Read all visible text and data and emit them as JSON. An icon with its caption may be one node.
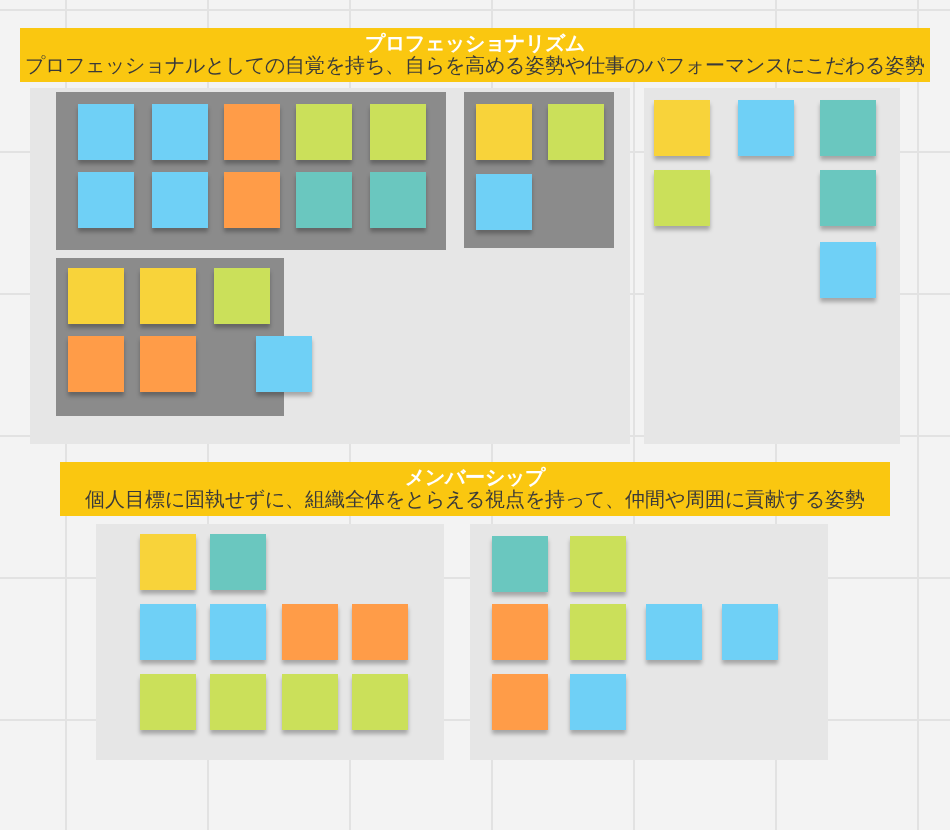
{
  "diagram": {
    "nodes": [
      {
        "text": [
          "プロフェッショナリズム",
          "プロフェッショナルとしての自覚を持ち、自らを高める姿勢や仕事のパフォーマンスにこだわる姿勢"
        ]
      },
      {
        "text": [],
        "shape": "box"
      },
      {
        "text": [],
        "shape": "box",
        "in": 1
      },
      {
        "text": [],
        "shape": "box",
        "in": 2
      },
      {
        "text": [],
        "shape": "box",
        "in": 2
      },
      {
        "text": [],
        "shape": "box",
        "in": 2
      },
      {
        "text": [],
        "shape": "box",
        "in": 2
      },
      {
        "text": [],
        "shape": "box",
        "in": 2
      },
      {
        "text": [],
        "shape": "box",
        "in": 2
      },
      {
        "text": [],
        "shape": "box",
        "in": 2
      },
      {
        "text": [],
        "shape": "box",
        "in": 2
      },
      {
        "text": [],
        "shape": "box",
        "in": 2
      },
      {
        "text": [],
        "shape": "box",
        "in": 2
      },
      {
        "text": [],
        "shape": "box",
        "in": 1
      },
      {
        "text": [],
        "shape": "box",
        "in": 13
      },
      {
        "text": [],
        "shape": "box",
        "in": 13
      },
      {
        "text": [],
        "shape": "box",
        "in": 13
      },
      {
        "text": [],
        "shape": "box",
        "in": 1
      },
      {
        "text": [],
        "shape": "box",
        "in": 17
      },
      {
        "text": [],
        "shape": "box",
        "in": 17
      },
      {
        "text": [],
        "shape": "box",
        "in": 17
      },
      {
        "text": [],
        "shape": "box",
        "in": 17
      },
      {
        "text": [],
        "shape": "box",
        "in": 17
      },
      {
        "text": [],
        "shape": "box",
        "in": 1
      },
      {
        "text": [],
        "shape": "box"
      },
      {
        "text": [],
        "shape": "box",
        "in": 24
      },
      {
        "text": [],
        "shape": "box",
        "in": 24
      },
      {
        "text": [],
        "shape": "box",
        "in": 24
      },
      {
        "text": [],
        "shape": "box",
        "in": 24
      },
      {
        "text": [],
        "shape": "box",
        "in": 24
      },
      {
        "text": [],
        "shape": "box",
        "in": 24
      },
      {
        "text": [
          "メンバーシップ",
          "個人目標に固執せずに、組織全体をとらえる視点を持って、仲間や周囲に貢献する姿勢"
        ]
      },
      {
        "text": [],
        "shape": "box"
      },
      {
        "text": [],
        "shape": "box",
        "in": 32
      },
      {
        "text": [],
        "shape": "box",
        "in": 32
      },
      {
        "text": [],
        "shape": "box",
        "in": 32
      },
      {
        "text": [],
        "shape": "box",
        "in": 32
      },
      {
        "text": [],
        "shape": "box",
        "in": 32
      },
      {
        "text": [],
        "shape": "box",
        "in": 32
      },
      {
        "text": [],
        "shape": "box",
        "in": 32
      },
      {
        "text": [],
        "shape": "box",
        "in": 32
      },
      {
        "text": [],
        "shape": "box",
        "in": 32
      },
      {
        "text": [],
        "shape": "box",
        "in": 32
      },
      {
        "text": [],
        "shape": "box"
      },
      {
        "text": [],
        "shape": "box",
        "in": 43
      },
      {
        "text": [],
        "shape": "box",
        "in": 43
      },
      {
        "text": [],
        "shape": "box",
        "in": 43
      },
      {
        "text": [],
        "shape": "box",
        "in": 43
      },
      {
        "text": [],
        "shape": "box",
        "in": 43
      },
      {
        "text": [],
        "shape": "box",
        "in": 43
      },
      {
        "text": [],
        "shape": "box",
        "in": 43
      },
      {
        "text": [],
        "shape": "box",
        "in": 43
      }
    ]
  }
}
